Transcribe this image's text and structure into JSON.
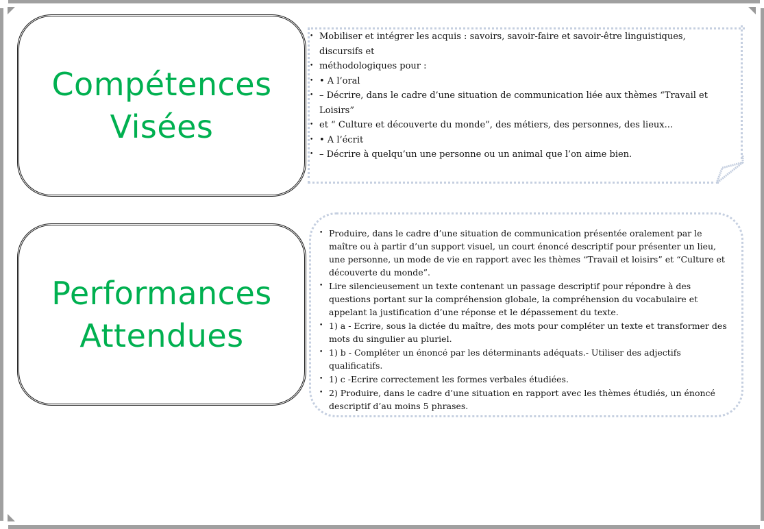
{
  "blocks": [
    {
      "title": [
        "Compétences",
        "Visées"
      ],
      "lines": [
        {
          "text": "Mobiliser et intégrer les acquis : savoirs, savoir-faire et savoir-être linguistiques,",
          "bullet": true
        },
        {
          "text": "discursifs et",
          "bullet": false
        },
        {
          "text": "méthodologiques pour :",
          "bullet": true
        },
        {
          "text": "• A l’oral",
          "bullet": true
        },
        {
          "text": "– Décrire, dans le cadre d’une situation de communication liée aux thèmes “Travail et",
          "bullet": true
        },
        {
          "text": "Loisirs”",
          "bullet": false
        },
        {
          "text": "et “ Culture et découverte du monde”, des métiers, des personnes, des lieux...",
          "bullet": true
        },
        {
          "text": "• A l’écrit",
          "bullet": true
        },
        {
          "text": "– Décrire à quelqu’un une personne ou un animal que l’on aime bien.",
          "bullet": true
        }
      ]
    },
    {
      "title": [
        "Performances",
        "Attendues"
      ],
      "items": [
        "Produire, dans le cadre d’une situation de communication présentée oralement par le maître ou à partir d’un support visuel, un court énoncé descriptif pour présenter un lieu, une personne, un mode de vie en rapport avec les thèmes “Travail et loisirs” et “Culture et découverte du monde”.",
        "Lire silencieusement un texte contenant un passage descriptif pour répondre à des questions portant sur la compréhension globale, la compréhension du vocabulaire et appelant la justification d’une réponse et le dépassement du texte.",
        "1) a - Ecrire, sous la dictée du maître, des mots pour compléter un texte et transformer des mots du singulier au pluriel.",
        "1) b - Compléter un énoncé par les déterminants adéquats.- Utiliser des adjectifs qualificatifs.",
        "1) c -Ecrire correctement les formes verbales étudiées.",
        "2) Produire, dans le cadre d’une situation en rapport avec les thèmes étudiés, un énoncé descriptif d’au moins 5 phrases."
      ]
    }
  ],
  "colors": {
    "title": "#00b050",
    "frame": "#a0a0a0",
    "dotted_border": "#c5cfe0"
  }
}
